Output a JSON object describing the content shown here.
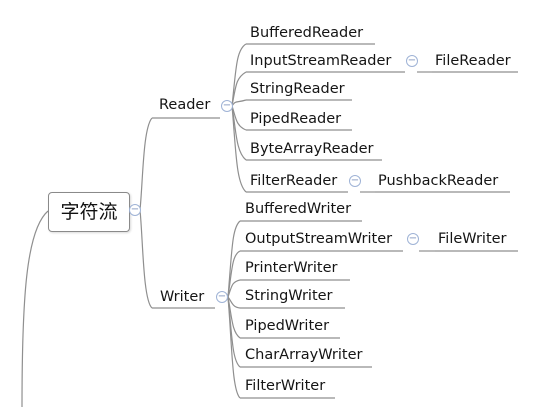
{
  "root": {
    "label": "字符流",
    "toggle": "−"
  },
  "reader": {
    "label": "Reader",
    "toggle": "−",
    "children": [
      {
        "label": "BufferedReader"
      },
      {
        "label": "InputStreamReader",
        "toggle": "−",
        "child": "FileReader"
      },
      {
        "label": "StringReader"
      },
      {
        "label": "PipedReader"
      },
      {
        "label": "ByteArrayReader"
      },
      {
        "label": "FilterReader",
        "toggle": "−",
        "child": "PushbackReader"
      }
    ]
  },
  "writer": {
    "label": "Writer",
    "toggle": "−",
    "children": [
      {
        "label": "BufferedWriter"
      },
      {
        "label": "OutputStreamWriter",
        "toggle": "−",
        "child": "FileWriter"
      },
      {
        "label": "PrinterWriter"
      },
      {
        "label": "StringWriter"
      },
      {
        "label": "PipedWriter"
      },
      {
        "label": "CharArrayWriter"
      },
      {
        "label": "FilterWriter"
      }
    ]
  },
  "colors": {
    "connector": "#8f8f8f",
    "toggle_border": "#9fb3d6",
    "toggle_text": "#7d93bd",
    "text": "#151515"
  }
}
